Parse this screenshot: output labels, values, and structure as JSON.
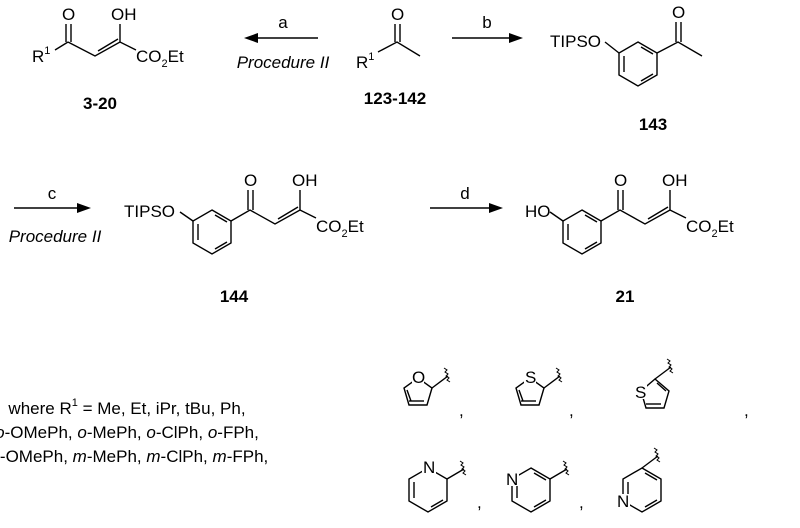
{
  "atoms": {
    "O": "O",
    "OH": "OH",
    "HO": "HO",
    "R": "R",
    "one": "1",
    "CO": "CO",
    "two": "2",
    "Et": "Et",
    "TIPSO": "TIPSO",
    "S": "S",
    "N": "N"
  },
  "compounds": {
    "c1": "3-20",
    "c2": "123-142",
    "c3": "143",
    "c4": "144",
    "c5": "21"
  },
  "arrows": {
    "a": {
      "label": "a",
      "sub": "Procedure II"
    },
    "b": {
      "label": "b"
    },
    "c": {
      "label": "c",
      "sub": "Procedure II"
    },
    "d": {
      "label": "d"
    }
  },
  "note": {
    "l1a": "where R",
    "l1sup": "1",
    "l1b": " = Me, Et, iPr, tBu, Ph,",
    "l2": [
      {
        "t": "o"
      },
      {
        "t": "-OMePh, "
      },
      {
        "t": "o"
      },
      {
        "t": "-MePh, "
      },
      {
        "t": "o"
      },
      {
        "t": "-ClPh, "
      },
      {
        "t": "o"
      },
      {
        "t": "-FPh,"
      }
    ],
    "l3": [
      {
        "t": "m"
      },
      {
        "t": "-OMePh, "
      },
      {
        "t": "m"
      },
      {
        "t": "-MePh, "
      },
      {
        "t": "m"
      },
      {
        "t": "-ClPh, "
      },
      {
        "t": "m"
      },
      {
        "t": "-FPh,"
      }
    ]
  },
  "comma": ","
}
